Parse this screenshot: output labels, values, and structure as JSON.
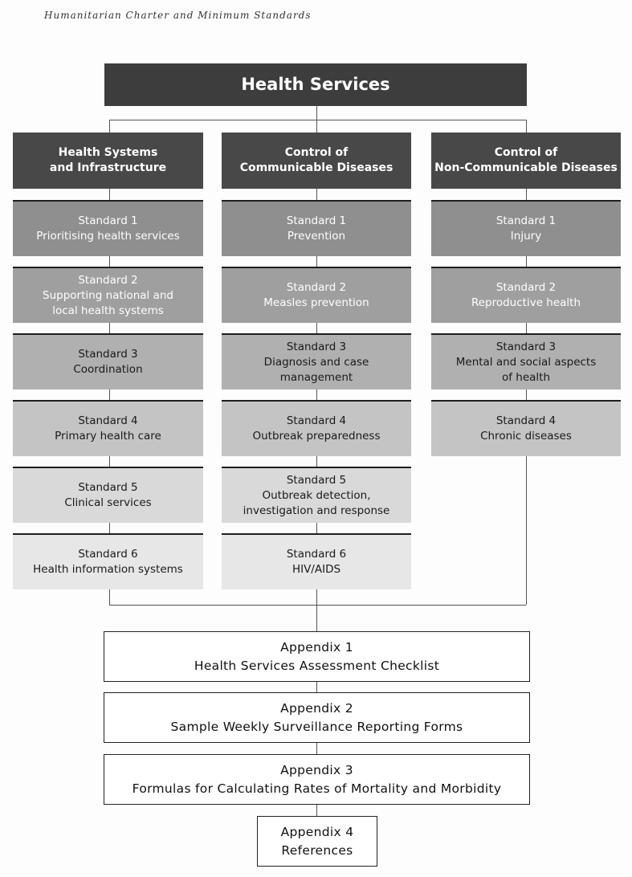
{
  "page_header": "Humanitarian Charter and Minimum Standards",
  "root": {
    "label": "Health Services"
  },
  "columns": [
    {
      "title_1": "Health Systems",
      "title_2": "and Infrastructure",
      "standards": [
        {
          "num": "Standard 1",
          "line1": "Prioritising health services",
          "line2": ""
        },
        {
          "num": "Standard 2",
          "line1": "Supporting national and",
          "line2": "local health systems"
        },
        {
          "num": "Standard 3",
          "line1": "Coordination",
          "line2": ""
        },
        {
          "num": "Standard 4",
          "line1": "Primary health care",
          "line2": ""
        },
        {
          "num": "Standard 5",
          "line1": "Clinical services",
          "line2": ""
        },
        {
          "num": "Standard 6",
          "line1": "Health information systems",
          "line2": ""
        }
      ]
    },
    {
      "title_1": "Control of",
      "title_2": "Communicable Diseases",
      "standards": [
        {
          "num": "Standard 1",
          "line1": "Prevention",
          "line2": ""
        },
        {
          "num": "Standard 2",
          "line1": "Measles prevention",
          "line2": ""
        },
        {
          "num": "Standard 3",
          "line1": "Diagnosis and case",
          "line2": "management"
        },
        {
          "num": "Standard 4",
          "line1": "Outbreak preparedness",
          "line2": ""
        },
        {
          "num": "Standard 5",
          "line1": "Outbreak detection,",
          "line2": "investigation and response"
        },
        {
          "num": "Standard 6",
          "line1": "HIV/AIDS",
          "line2": ""
        }
      ]
    },
    {
      "title_1": "Control of",
      "title_2": "Non-Communicable Diseases",
      "standards": [
        {
          "num": "Standard 1",
          "line1": "Injury",
          "line2": ""
        },
        {
          "num": "Standard 2",
          "line1": "Reproductive health",
          "line2": ""
        },
        {
          "num": "Standard 3",
          "line1": "Mental and social aspects",
          "line2": "of health"
        },
        {
          "num": "Standard 4",
          "line1": "Chronic diseases",
          "line2": ""
        }
      ]
    }
  ],
  "appendices": [
    {
      "title": "Appendix 1",
      "subtitle": "Health Services Assessment Checklist"
    },
    {
      "title": "Appendix 2",
      "subtitle": "Sample Weekly Surveillance Reporting Forms"
    },
    {
      "title": "Appendix 3",
      "subtitle": "Formulas for Calculating Rates of Mortality and Morbidity"
    },
    {
      "title": "Appendix 4",
      "subtitle": "References"
    }
  ]
}
